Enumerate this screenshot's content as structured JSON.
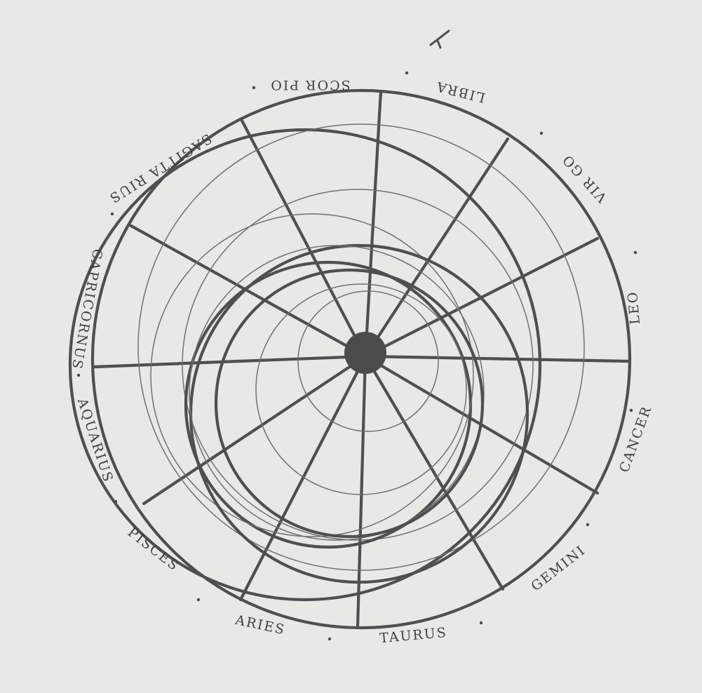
{
  "colors": {
    "ink": "#4f4f4f",
    "parchment": "#e8e8e5"
  },
  "diagram": {
    "zodiac_labels": [
      {
        "id": "libra",
        "text": "LIBRA"
      },
      {
        "id": "scorpio",
        "text": "SCOR PIO"
      },
      {
        "id": "sagittarius",
        "text": "SAGITTA RIUS"
      },
      {
        "id": "capricorn",
        "text": "CAPRICORNUS"
      },
      {
        "id": "aquarius",
        "text": "AQUARIUS"
      },
      {
        "id": "pisces",
        "text": "PISCES"
      },
      {
        "id": "aries",
        "text": "ARIES"
      },
      {
        "id": "taurus",
        "text": "TAURUS"
      },
      {
        "id": "gemini",
        "text": "GEMINI"
      },
      {
        "id": "cancer",
        "text": "CANCER"
      },
      {
        "id": "leo",
        "text": "LEO"
      },
      {
        "id": "virgo",
        "text": "VIR GO"
      }
    ]
  }
}
